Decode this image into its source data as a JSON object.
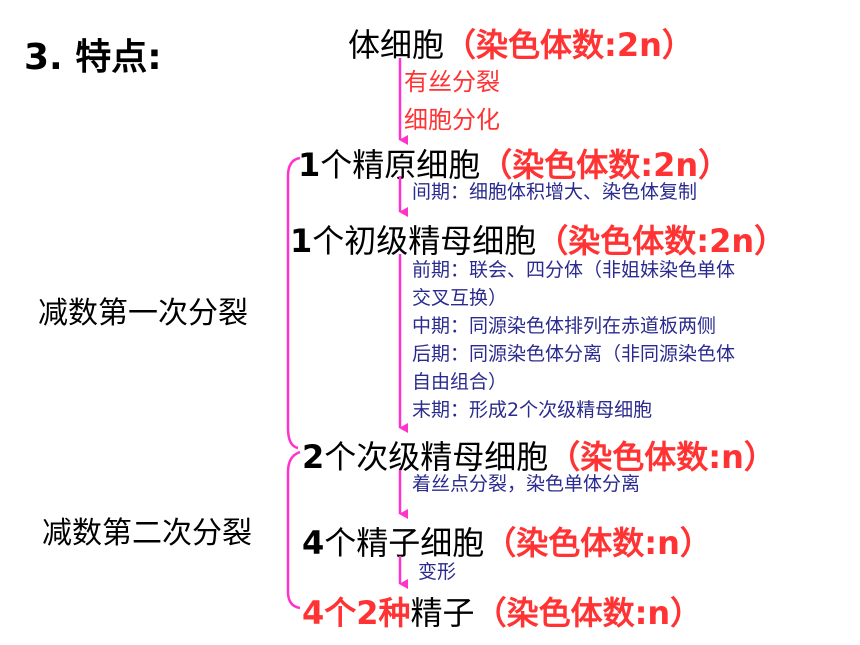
{
  "title": "3. 特点:",
  "top": {
    "label": "体细胞",
    "chrom": "（染色体数:2n）"
  },
  "processes": [
    "有丝分裂",
    "细胞分化"
  ],
  "stages": [
    {
      "num": "1",
      "label": "个精原细胞",
      "chrom": "（染色体数:2n）"
    },
    {
      "num": "1",
      "label": "个初级精母细胞",
      "chrom": "（染色体数:2n）"
    },
    {
      "num": "2",
      "label": "个次级精母细胞",
      "chrom": "（染色体数:n）"
    },
    {
      "num": "4",
      "label": "个精子细胞",
      "chrom": "（染色体数:n）"
    },
    {
      "num": "4个2种",
      "label": "精子",
      "chrom": "（染色体数:n）"
    }
  ],
  "notes": {
    "interphase": "间期：细胞体积增大、染色体复制",
    "meiosis1": [
      "前期：联会、四分体（非姐妹染色单体",
      "交叉互换）",
      "中期：同源染色体排列在赤道板两侧",
      "后期：同源染色体分离（非同源染色体",
      "自由组合）",
      "末期：形成2个次级精母细胞"
    ],
    "meiosis2": "着丝点分裂，染色单体分离",
    "transform": "变形"
  },
  "divisions": {
    "first": "减数第一次分裂",
    "second": "减数第二次分裂"
  },
  "colors": {
    "arrow": "#ff33cc",
    "chrom": "#ff3333",
    "note": "#2b2b8f"
  }
}
